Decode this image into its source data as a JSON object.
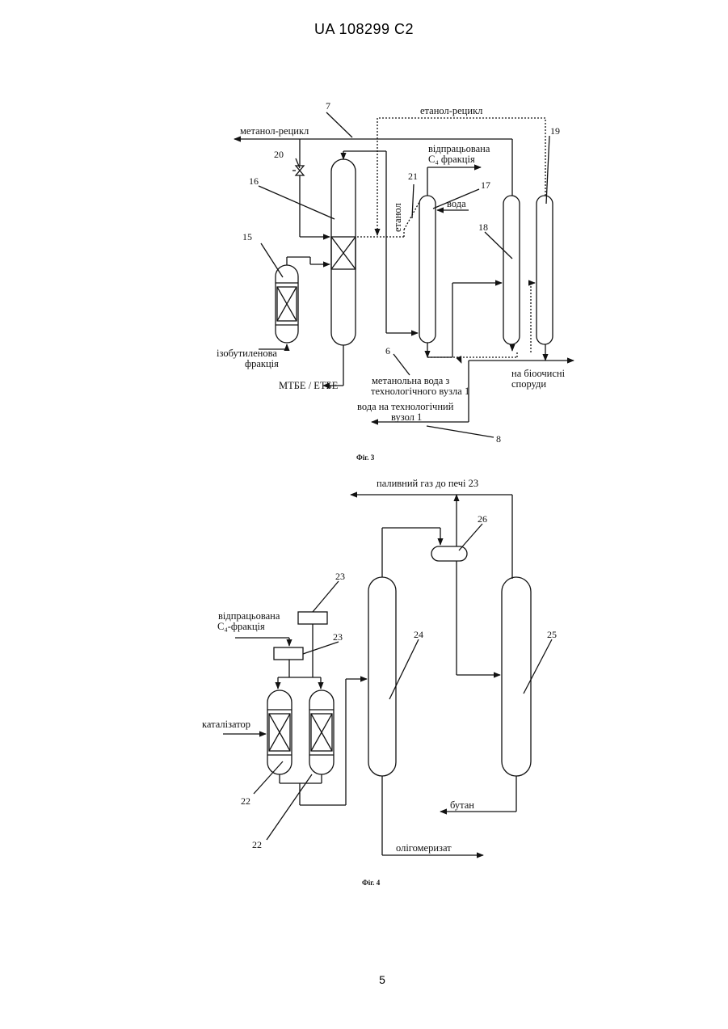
{
  "header": {
    "doc_id": "UA   108299   C2"
  },
  "page_number": "5",
  "fig3": {
    "caption": "Фіг. 3",
    "labels": {
      "methanol_recycle": "метанол-рецикл",
      "ethanol_recycle": "етанол-рецикл",
      "spent_c4_line1": "відпрацьована",
      "spent_c4_line2": "C₄ фракція",
      "water": "вода",
      "ethanol": "етанол",
      "isobutylene_line1": "ізобутиленова",
      "isobutylene_line2": "фракція",
      "mtbe_etbe": "МТБЕ / ЕТБЕ",
      "methanol_water_line1": "метанольна вода з",
      "methanol_water_line2": "технологічного вузла 1",
      "water_to_unit_line1": "вода на технологічний",
      "water_to_unit_line2": "вузол 1",
      "bio_line1": "на біоочисні",
      "bio_line2": "споруди"
    },
    "numbers": {
      "n7": "7",
      "n19": "19",
      "n20": "20",
      "n16": "16",
      "n21": "21",
      "n17": "17",
      "n15": "15",
      "n18": "18",
      "n6": "6",
      "n8": "8"
    }
  },
  "fig4": {
    "caption": "Фіг. 4",
    "labels": {
      "fuel_gas": "паливний газ до печі 23",
      "spent_c4_line1": "відпрацьована",
      "spent_c4_line2": "C₄-фракція",
      "catalyst": "каталізатор",
      "butane": "бутан",
      "oligomerizate": "олігомеризат"
    },
    "numbers": {
      "n23a": "23",
      "n23b": "23",
      "n26": "26",
      "n24": "24",
      "n25": "25",
      "n22a": "22",
      "n22b": "22"
    }
  }
}
